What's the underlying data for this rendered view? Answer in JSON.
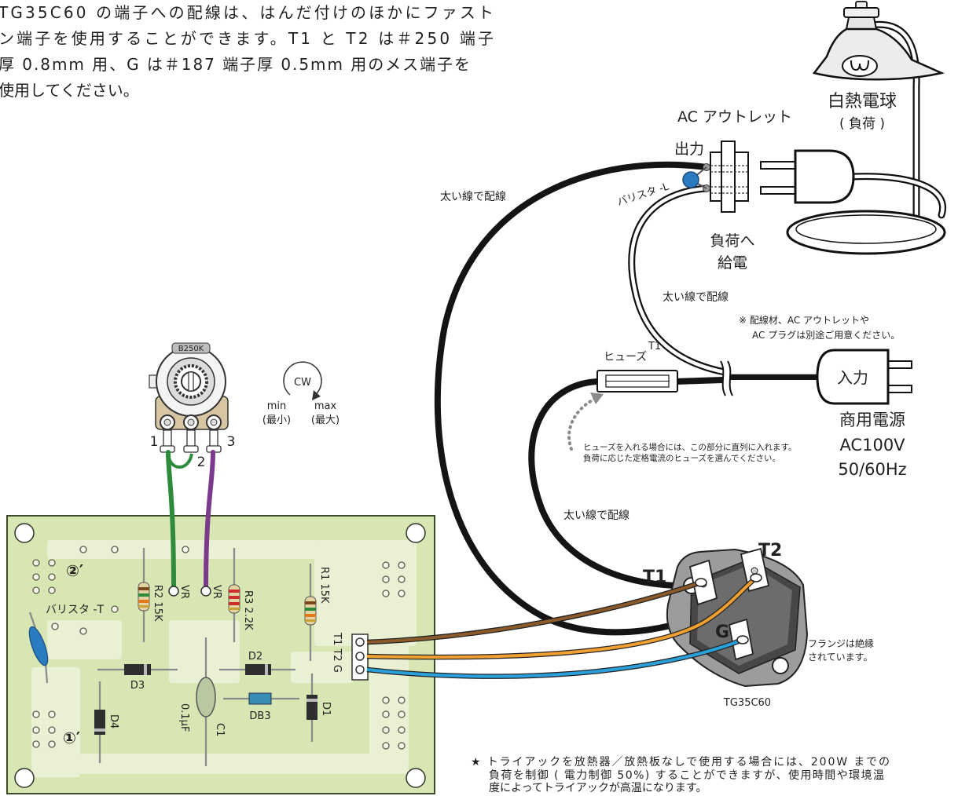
{
  "intro": {
    "line1": "TG35C60 の端子への配線は、はんだ付けのほかにファスト",
    "line2": "ン端子を使用することができます。T1 と T2 は＃250 端子",
    "line3": "厚 0.8mm 用、G は＃187 端子厚 0.5mm 用のメス端子を",
    "line4": "使用してください。"
  },
  "lamp": {
    "label": "白熱電球",
    "sublabel": "( 負荷 )"
  },
  "outlet": {
    "title": "AC アウトレット",
    "output_label": "出力",
    "feed_line1": "負荷へ",
    "feed_line2": "給電"
  },
  "varistor_l": {
    "label": "バリスタ -L"
  },
  "wiring_notes": {
    "outlet_wire": "太い線で配線",
    "return_wire": "太い線で配線",
    "fuse_wire": "太い線で配線"
  },
  "supply_note": {
    "line1": "※ 配線材、AC アウトレットや",
    "line2": "AC プラグは別途ご用意ください。"
  },
  "fuse": {
    "terminal_label": "T1",
    "label": "ヒューズ",
    "note_line1": "ヒューズを入れる場合には、この部分に直列に入れます。",
    "note_line2": "負荷に応じた定格電流のヒューズを選んでください。"
  },
  "input_plug": {
    "label": "入力"
  },
  "mains": {
    "line1": "商用電源",
    "line2": "AC100V",
    "line3": "50/60Hz"
  },
  "potentiometer": {
    "model": "B250K",
    "pin1": "1",
    "pin2": "2",
    "pin3": "3"
  },
  "rotation": {
    "direction": "CW",
    "min": "min",
    "max": "max",
    "min_ja": "(最小)",
    "max_ja": "(最大)"
  },
  "pcb": {
    "point2": "②′",
    "point1": "①′",
    "varistor_t": "バリスタ -T",
    "r2": "R2 15K",
    "vr_left": "VR",
    "vr_right": "VR",
    "r3": "R3 2.2K",
    "r1": "R1 15K",
    "connector": "T1 T2 G",
    "d3": "D3",
    "d2": "D2",
    "d4": "D4",
    "db3": "DB3",
    "d1": "D1",
    "c1": "C1",
    "c1_value": "0.1μF"
  },
  "triac": {
    "t1": "T1",
    "t2": "T2",
    "g": "G",
    "flange_note1": "フランジは絶縁",
    "flange_note2": "されています。",
    "model": "TG35C60"
  },
  "footnote": {
    "line1": "★ トライアックを放熱器／放熱板なしで使用する場合には、200W までの",
    "line2": "負荷を制御 ( 電力制御 50%) することができますが、使用時間や環境温",
    "line3": "度によってトライアックが高温になります。"
  },
  "colors": {
    "pcb": "#d8e6b3",
    "wire_green": "#2e8b3c",
    "wire_purple": "#7b3a8c",
    "wire_brown": "#8b5a2b",
    "wire_orange": "#f0a030",
    "wire_blue": "#2aa0da",
    "varistor": "#2b7bc0",
    "diac": "#3a8bb5"
  }
}
